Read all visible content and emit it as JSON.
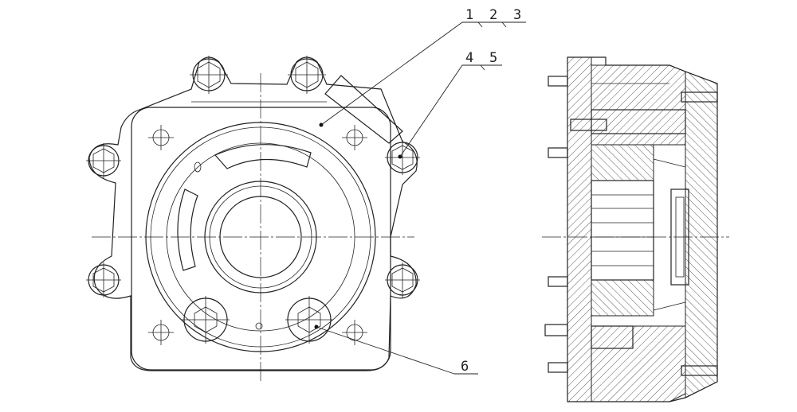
{
  "callouts": {
    "top_group": [
      "1",
      "2",
      "3"
    ],
    "mid_group": [
      "4",
      "5"
    ],
    "bottom": "6"
  },
  "colors": {
    "line": "#222222",
    "background": "#ffffff"
  }
}
